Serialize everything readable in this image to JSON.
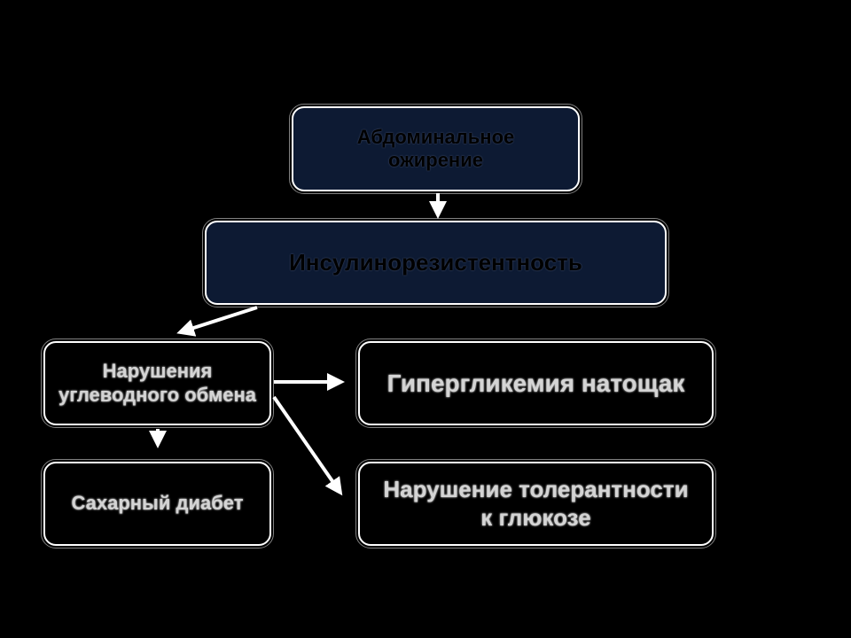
{
  "diagram": {
    "nodes": [
      {
        "id": "obesity",
        "label": "Абдоминальное\nожирение"
      },
      {
        "id": "insulin",
        "label": "Инсулинорезистентность"
      },
      {
        "id": "carb",
        "label": "Нарушения\nуглеводного обмена"
      },
      {
        "id": "hyper",
        "label": "Гипергликемия натощак"
      },
      {
        "id": "diabetes",
        "label": "Сахарный диабет"
      },
      {
        "id": "tolerance",
        "label": "Нарушение толерантности\nк глюкозе"
      }
    ],
    "edges": [
      {
        "from": "obesity",
        "to": "insulin"
      },
      {
        "from": "insulin",
        "to": "carb"
      },
      {
        "from": "carb",
        "to": "hyper"
      },
      {
        "from": "carb",
        "to": "diabetes"
      },
      {
        "from": "carb",
        "to": "tolerance"
      }
    ]
  },
  "colors": {
    "background": "#000000",
    "box_border": "#ffffff",
    "dark_box_fill": "#0d1a33",
    "arrow": "#ffffff"
  }
}
